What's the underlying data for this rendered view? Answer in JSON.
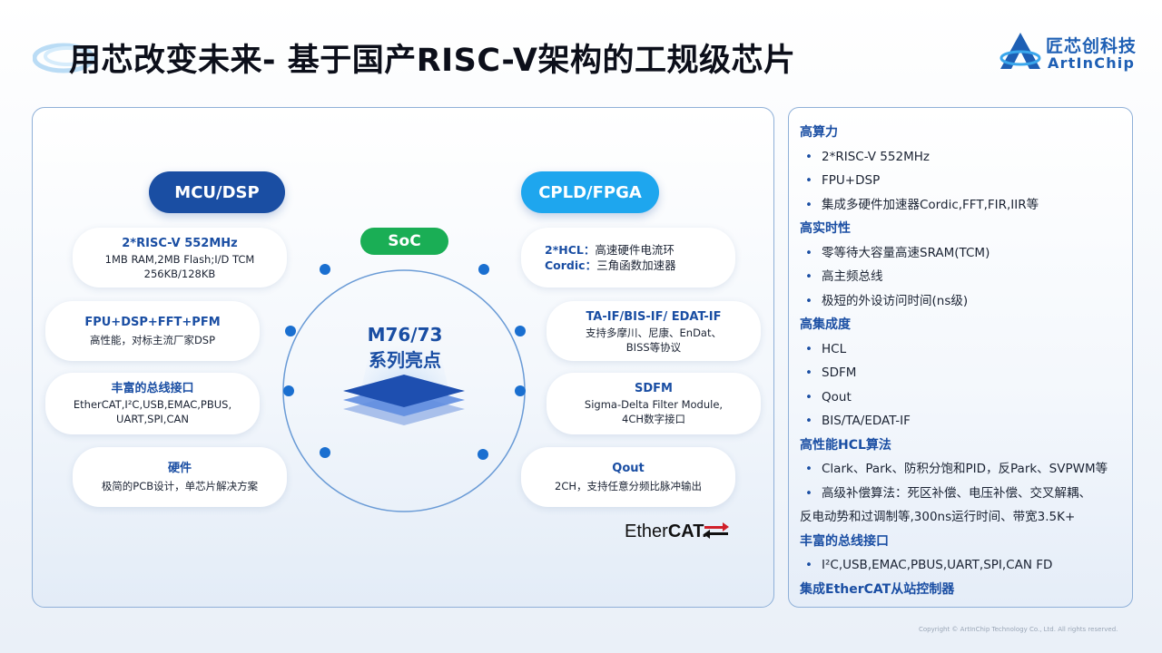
{
  "header": {
    "title": "用芯改变未来- 基于国产RISC-V架构的工规级芯片",
    "logo_cn": "匠芯创科技",
    "logo_en": "ArtInChip"
  },
  "diagram": {
    "mcu_label": "MCU/DSP",
    "fpga_label": "CPLD/FPGA",
    "soc_label": "SoC",
    "center_line1": "M76/73",
    "center_line2": "系列亮点",
    "left_cards": [
      {
        "title": "2*RISC-V 552MHz",
        "line1": "1MB RAM,2MB Flash;I/D TCM",
        "line2": "256KB/128KB"
      },
      {
        "title": "FPU+DSP+FFT+PFM",
        "line1": "高性能，对标主流厂家DSP",
        "line2": ""
      },
      {
        "title": "丰富的总线接口",
        "line1": "EtherCAT,I²C,USB,EMAC,PBUS,",
        "line2": "UART,SPI,CAN"
      },
      {
        "title": "硬件",
        "line1": "极简的PCB设计，单芯片解决方案",
        "line2": ""
      }
    ],
    "right_card1": {
      "row1_key": "2*HCL：",
      "row1_val": "高速硬件电流环",
      "row2_key": "Cordic：",
      "row2_val": "三角函数加速器"
    },
    "right_cards": [
      {
        "title": "TA-IF/BIS-IF/ EDAT-IF",
        "line1": "支持多摩川、尼康、EnDat、",
        "line2": "BISS等协议"
      },
      {
        "title": "SDFM",
        "line1": "Sigma-Delta Filter Module,",
        "line2": "4CH数字接口"
      },
      {
        "title": "Qout",
        "line1": "2CH，支持任意分频比脉冲输出",
        "line2": ""
      }
    ],
    "ethercat_a": "Ether",
    "ethercat_b": "CAT."
  },
  "features": {
    "sec1": "高算力",
    "sec1_items": [
      "2*RISC-V 552MHz",
      "FPU+DSP",
      "集成多硬件加速器Cordic,FFT,FIR,IIR等"
    ],
    "sec2": "高实时性",
    "sec2_items": [
      "零等待大容量高速SRAM(TCM)",
      "高主频总线",
      "极短的外设访问时间(ns级)"
    ],
    "sec3": "高集成度",
    "sec3_items": [
      "HCL",
      "SDFM",
      "Qout",
      "BIS/TA/EDAT-IF"
    ],
    "sec4": "高性能HCL算法",
    "sec4_items": [
      "Clark、Park、防积分饱和PID，反Park、SVPWM等",
      "高级补偿算法：死区补偿、电压补偿、交叉解耦、"
    ],
    "sec4_cont": "反电动势和过调制等,300ns运行时间、带宽3.5K+",
    "sec5": "丰富的总线接口",
    "sec5_items": [
      "I²C,USB,EMAC,PBUS,UART,SPI,CAN FD"
    ],
    "sec6": "集成EtherCAT从站控制器",
    "bullet": "•"
  },
  "footer": {
    "copyright": "Copyright © ArtInChip Technology Co., Ltd. All rights reserved."
  },
  "colors": {
    "primary": "#1a4ea3",
    "fpga": "#1ea6ee",
    "soc": "#1aae55"
  }
}
